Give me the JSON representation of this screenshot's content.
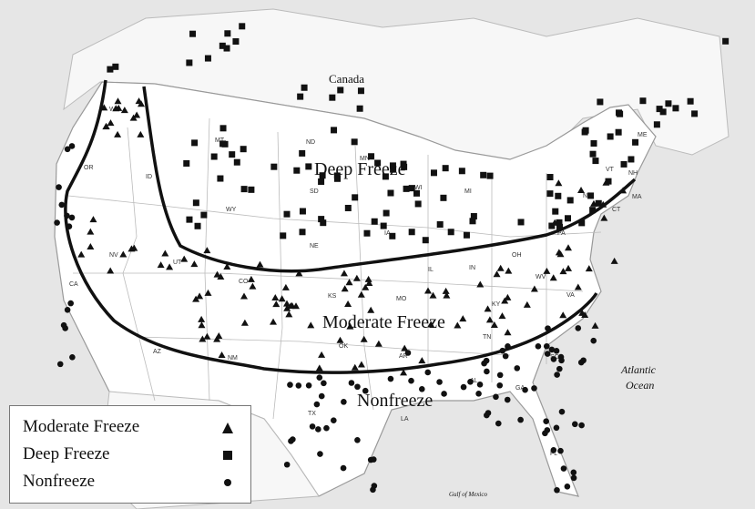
{
  "map": {
    "country_label": "Canada",
    "ocean_label": "Atlantic Ocean",
    "ocean_label_line1": "Atlantic",
    "ocean_label_line2": "Ocean",
    "gulf_label": "Gulf of Mexico",
    "zones": {
      "deep": "Deep Freeze",
      "moderate": "Moderate Freeze",
      "non": "Nonfreeze"
    },
    "states": [
      "WA",
      "OR",
      "ID",
      "MT",
      "ND",
      "MN",
      "WI",
      "MI",
      "NY",
      "ME",
      "NH",
      "VT",
      "MA",
      "CT",
      "PA",
      "OH",
      "IN",
      "IL",
      "IA",
      "NE",
      "SD",
      "WY",
      "NV",
      "CA",
      "UT",
      "CO",
      "KS",
      "MO",
      "KY",
      "WV",
      "VA",
      "AZ",
      "NM",
      "OK",
      "AR",
      "TN",
      "AL",
      "GA",
      "SC",
      "TX",
      "LA",
      "FL"
    ]
  },
  "legend": {
    "items": [
      {
        "label": "Moderate Freeze",
        "icon": "triangle-icon"
      },
      {
        "label": "Deep Freeze",
        "icon": "square-icon"
      },
      {
        "label": "Nonfreeze",
        "icon": "circle-icon"
      }
    ]
  },
  "colors": {
    "water": "#e6e6e6",
    "land": "#ffffff",
    "boundary": "#111111",
    "marker": "#111111"
  }
}
